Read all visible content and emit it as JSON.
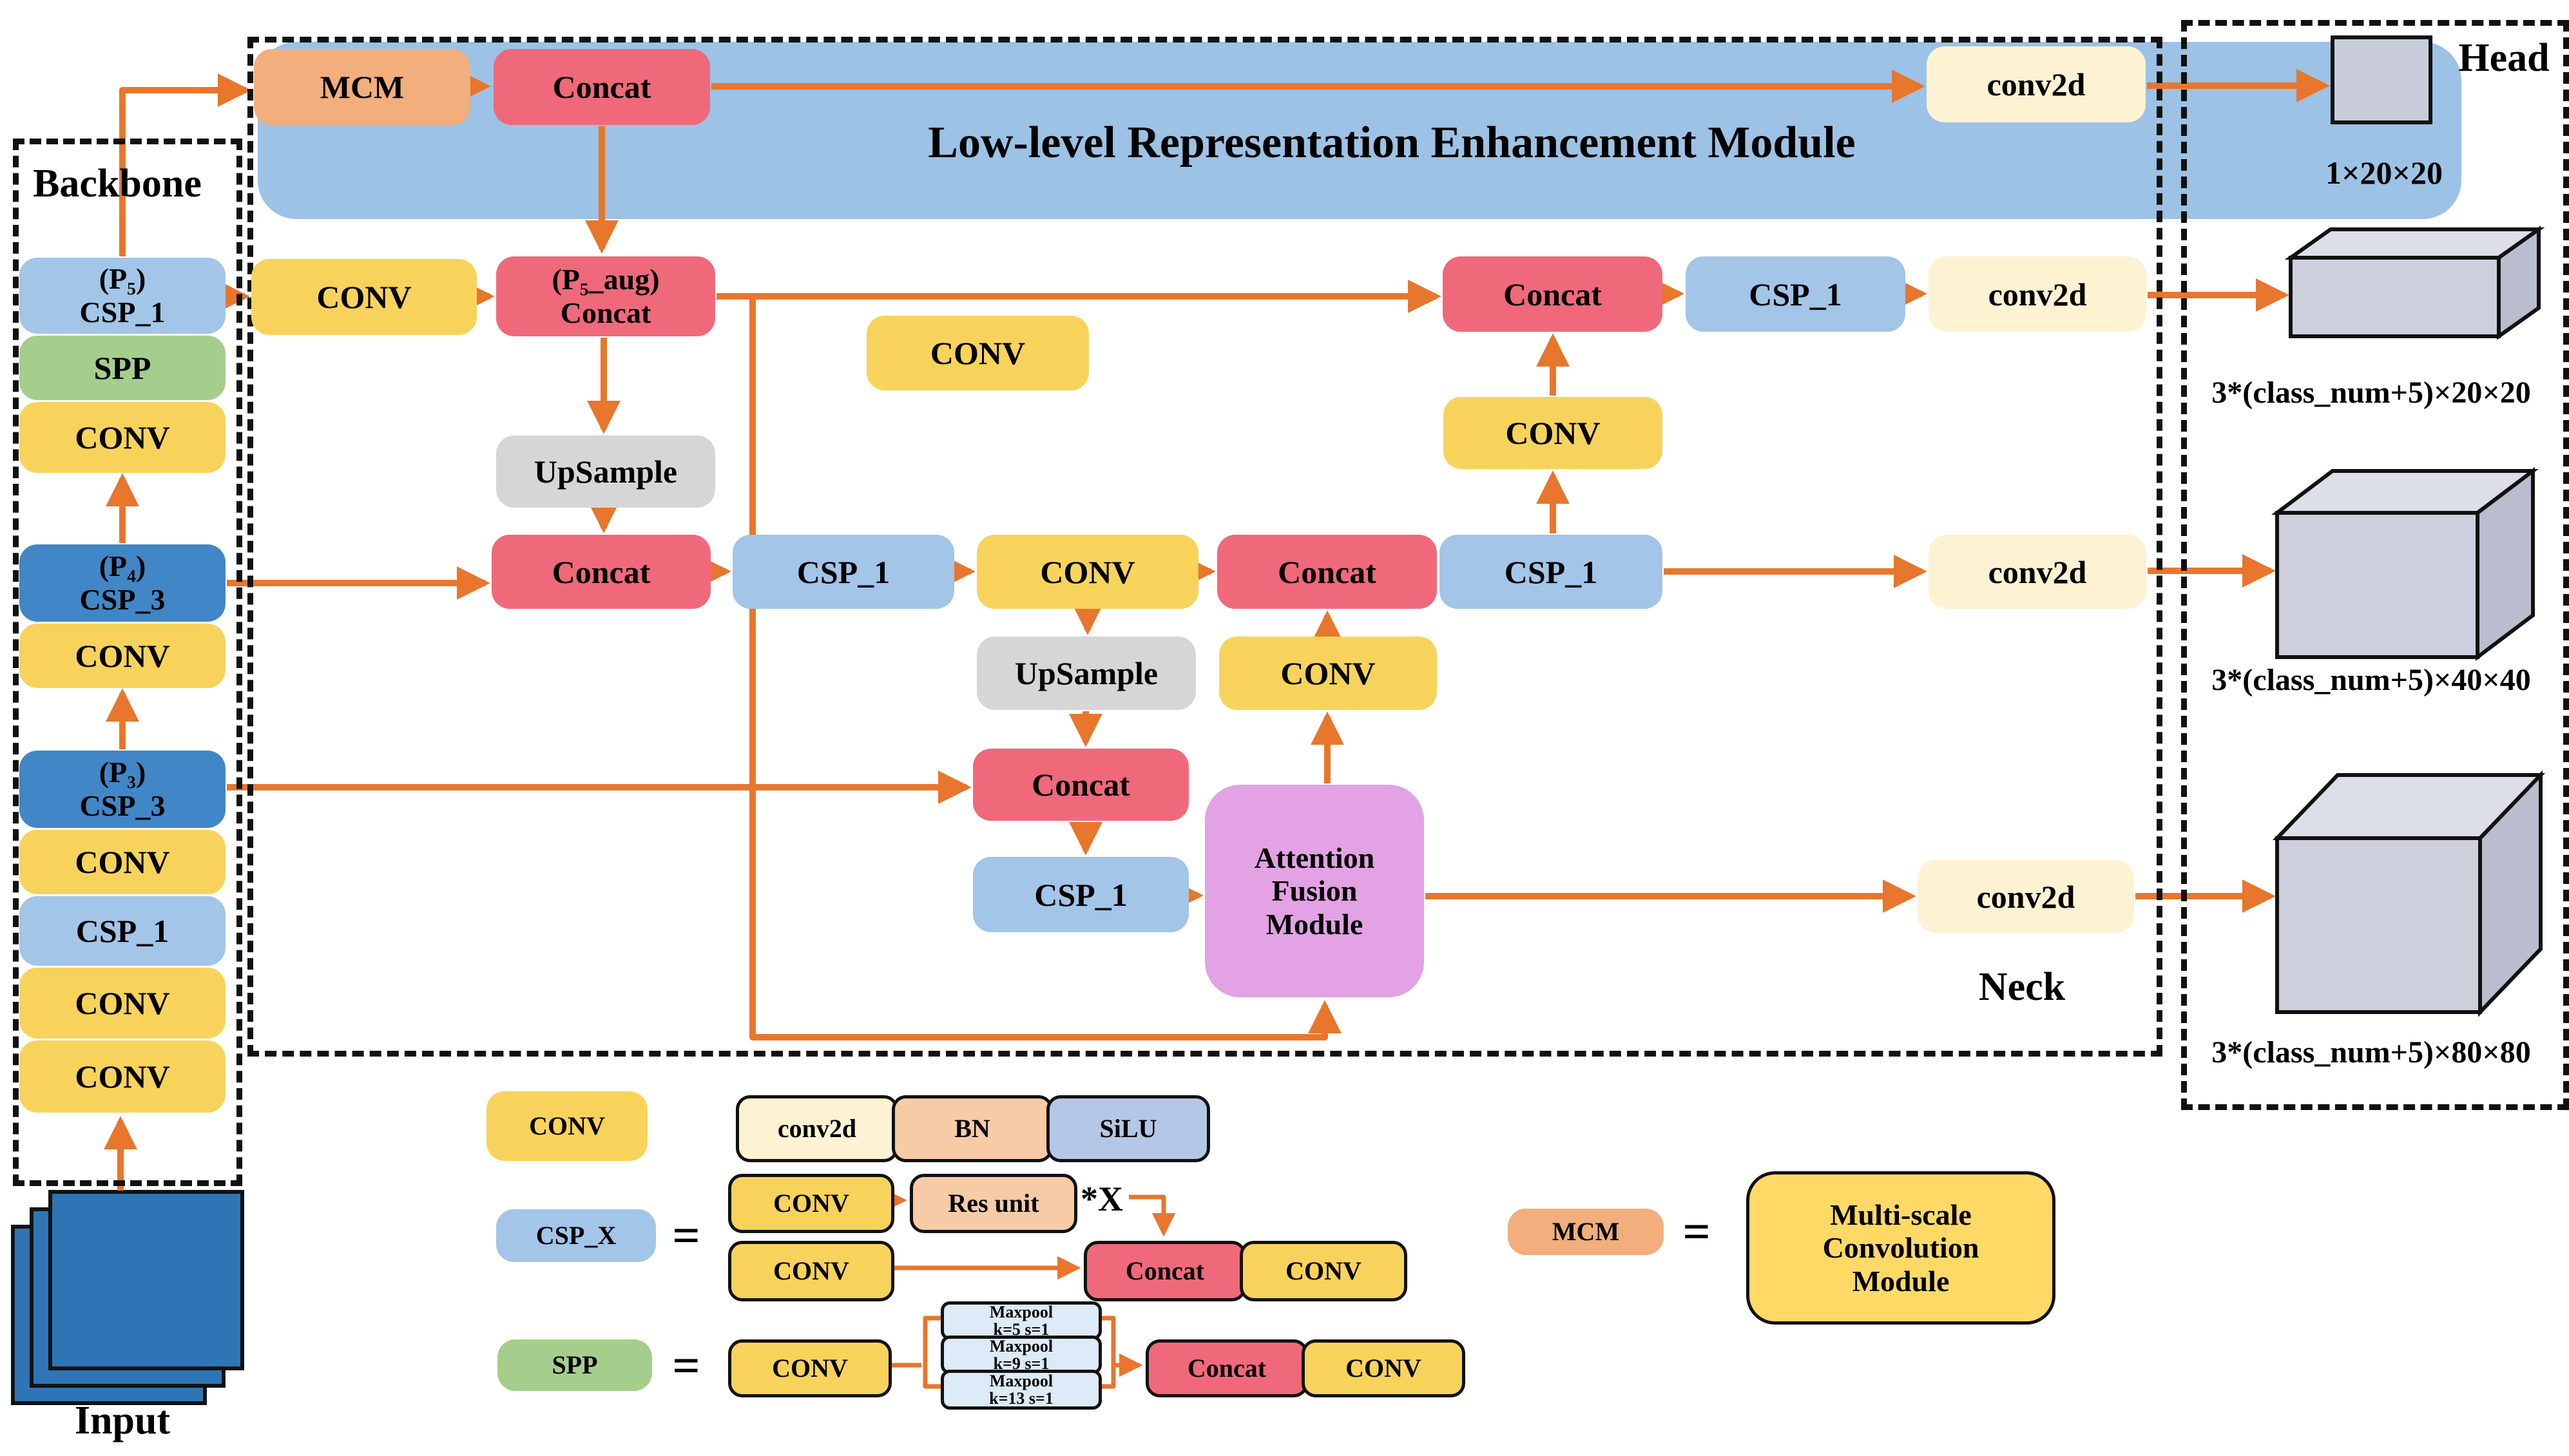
{
  "palette": {
    "arrow_orange": "#E8762C",
    "conv_yellow": "#F8D35C",
    "concat_red": "#F0697B",
    "csp1_light_blue": "#A2C5E8",
    "csp3_blue": "#4186C6",
    "spp_green": "#A5CE8C",
    "mcm_orange": "#F2AE7C",
    "conv2d_cream": "#FDF3D3",
    "upsample_gray": "#D6D6D6",
    "afm_purple": "#E2A2E3",
    "banner_blue": "#9CC2E5",
    "bn_peach": "#F6CBA6",
    "silu_periwinkle": "#B4C7E7",
    "maxpool_pale_blue": "#DDEAF7",
    "legend_box_yellow": "#FFD966",
    "input_blue": "#2E75B6",
    "cube_gray": "#CDD0DC"
  },
  "lrem": {
    "title": "Low-level Representation Enhancement Module",
    "mcm": "MCM",
    "concat": "Concat",
    "conv2d": "conv2d"
  },
  "backbone": {
    "title": "Backbone",
    "p5": "(P₅)\nCSP_1",
    "spp": "SPP",
    "conv1": "CONV",
    "p4": "(P₄)\nCSP_3",
    "conv2": "CONV",
    "p3": "(P₃)\nCSP_3",
    "conv3": "CONV",
    "csp1": "CSP_1",
    "conv4": "CONV",
    "conv5": "CONV",
    "input_label": "Input"
  },
  "neck": {
    "title": "Neck",
    "conv_in": "CONV",
    "p5aug": "(P₅_aug)\nConcat",
    "upsample1": "UpSample",
    "conv_float": "CONV",
    "concat_r2": "Concat",
    "csp1_r2": "CSP_1",
    "conv2d_r2": "conv2d",
    "conv_mid": "CONV",
    "concat_r3": "Concat",
    "csp1_r3": "CSP_1",
    "conv_r3": "CONV",
    "concat_r3b": "Concat",
    "csp1_r3b": "CSP_1",
    "conv2d_r3": "conv2d",
    "upsample2": "UpSample",
    "conv_r35": "CONV",
    "concat_r4": "Concat",
    "csp1_r4": "CSP_1",
    "afm": "Attention\nFusion\nModule",
    "conv2d_r5": "conv2d"
  },
  "head": {
    "title": "Head",
    "out_top": "1×20×20",
    "out_p5": "3*(class_num+5)×20×20",
    "out_p4": "3*(class_num+5)×40×40",
    "out_p3": "3*(class_num+5)×80×80"
  },
  "legend": {
    "conv": "CONV",
    "conv2d": "conv2d",
    "bn": "BN",
    "silu": "SiLU",
    "csp_x": "CSP_X",
    "equals": "=",
    "conv_top": "CONV",
    "res_unit": "Res unit",
    "times_x": "*X",
    "conv_bottom": "CONV",
    "concat": "Concat",
    "conv_after": "CONV",
    "spp": "SPP",
    "spp_conv": "CONV",
    "maxpool5": "Maxpool\nk=5 s=1",
    "maxpool9": "Maxpool\nk=9 s=1",
    "maxpool13": "Maxpool\nk=13 s=1",
    "spp_concat": "Concat",
    "spp_conv2": "CONV",
    "mcm": "MCM",
    "mcm_def": "Multi-scale\nConvolution\nModule"
  }
}
